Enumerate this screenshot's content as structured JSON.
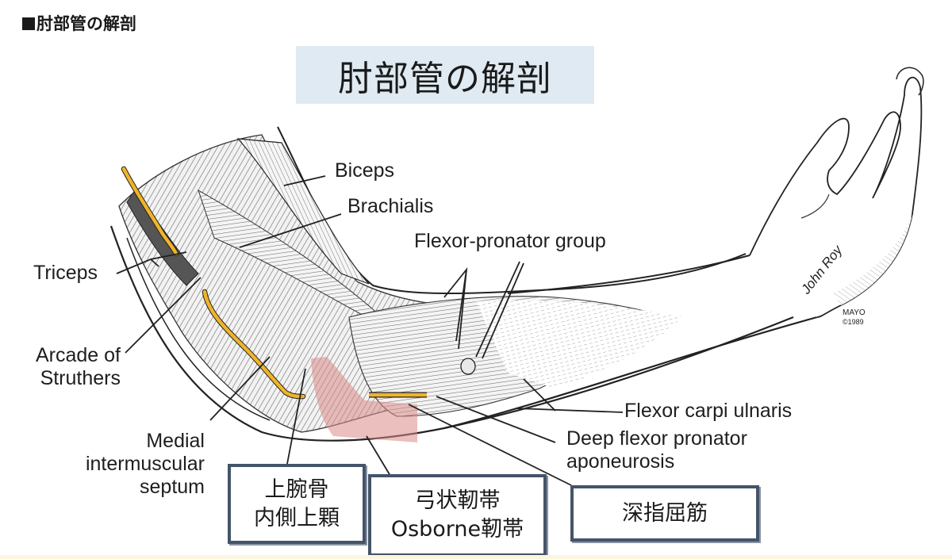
{
  "page": {
    "heading": "肘部管の解剖",
    "heading_marker": "■"
  },
  "slide": {
    "title": "肘部管の解剖"
  },
  "labels": {
    "biceps": "Biceps",
    "brachialis": "Brachialis",
    "flexor_pronator_group": "Flexor-pronator group",
    "triceps": "Triceps",
    "arcade_line1": "Arcade of",
    "arcade_line2": "Struthers",
    "medial_line1": "Medial",
    "medial_line2": "intermuscular",
    "medial_line3": "septum",
    "flexor_carpi_ulnaris": "Flexor carpi ulnaris",
    "deep_line1": "Deep flexor pronator",
    "deep_line2": "aponeurosis"
  },
  "jp_boxes": [
    {
      "line1": "上腕骨",
      "line2": "内側上顆"
    },
    {
      "line1": "弓状靭帯",
      "line2": "Osborne靭帯"
    },
    {
      "line1": "深指屈筋"
    }
  ],
  "signature": {
    "name": "John Roy",
    "org": "MAYO",
    "copyright": "©1989"
  },
  "colors": {
    "title_bg": "#dfeaf2",
    "box_border": "#44546a",
    "nerve": "#f0b429",
    "ligament_highlight": "#d98b86",
    "bottom_strip": "#fdf6df"
  }
}
